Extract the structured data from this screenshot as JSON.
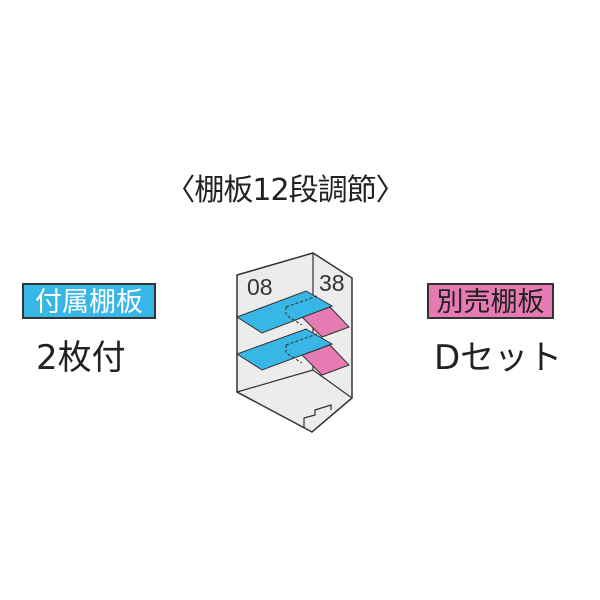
{
  "title": "〈棚板12段調節〉",
  "included": {
    "badge": "付属棚板",
    "value": "2枚付",
    "color": "#38b6e6"
  },
  "optional": {
    "badge": "別売棚板",
    "value": "Dセット",
    "color": "#e67ab3"
  },
  "diagram": {
    "code_left": "08",
    "code_right": "38"
  }
}
